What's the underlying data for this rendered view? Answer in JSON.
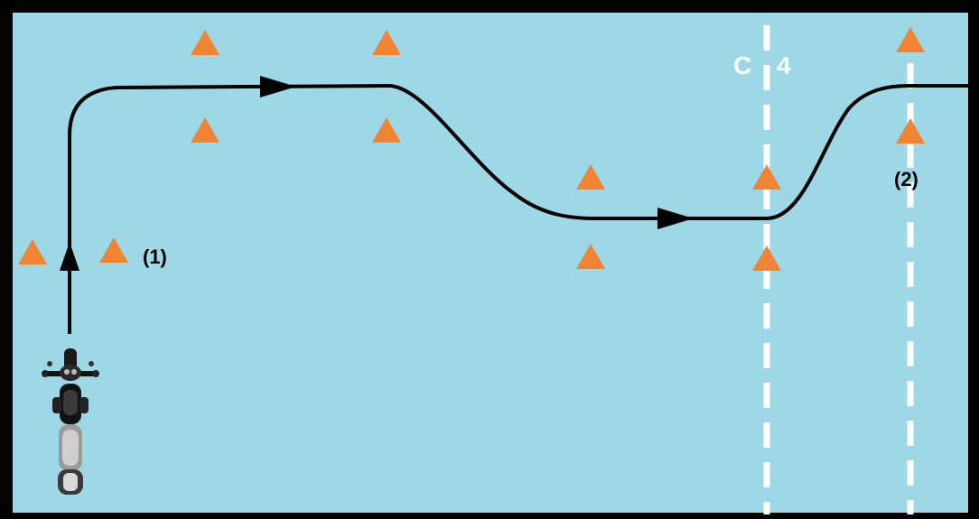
{
  "colors": {
    "background": "#9ed8e6",
    "frame": "#000000",
    "cone": "#f08433",
    "path": "#000000",
    "line_marking": "#ffffff"
  },
  "labels": {
    "marker_1": "(1)",
    "marker_2": "(2)",
    "line_letter": "C",
    "line_number": "4"
  },
  "icons": {
    "vehicle": "motorcycle-icon",
    "cone": "cone-icon",
    "direction": "arrow-icon"
  }
}
